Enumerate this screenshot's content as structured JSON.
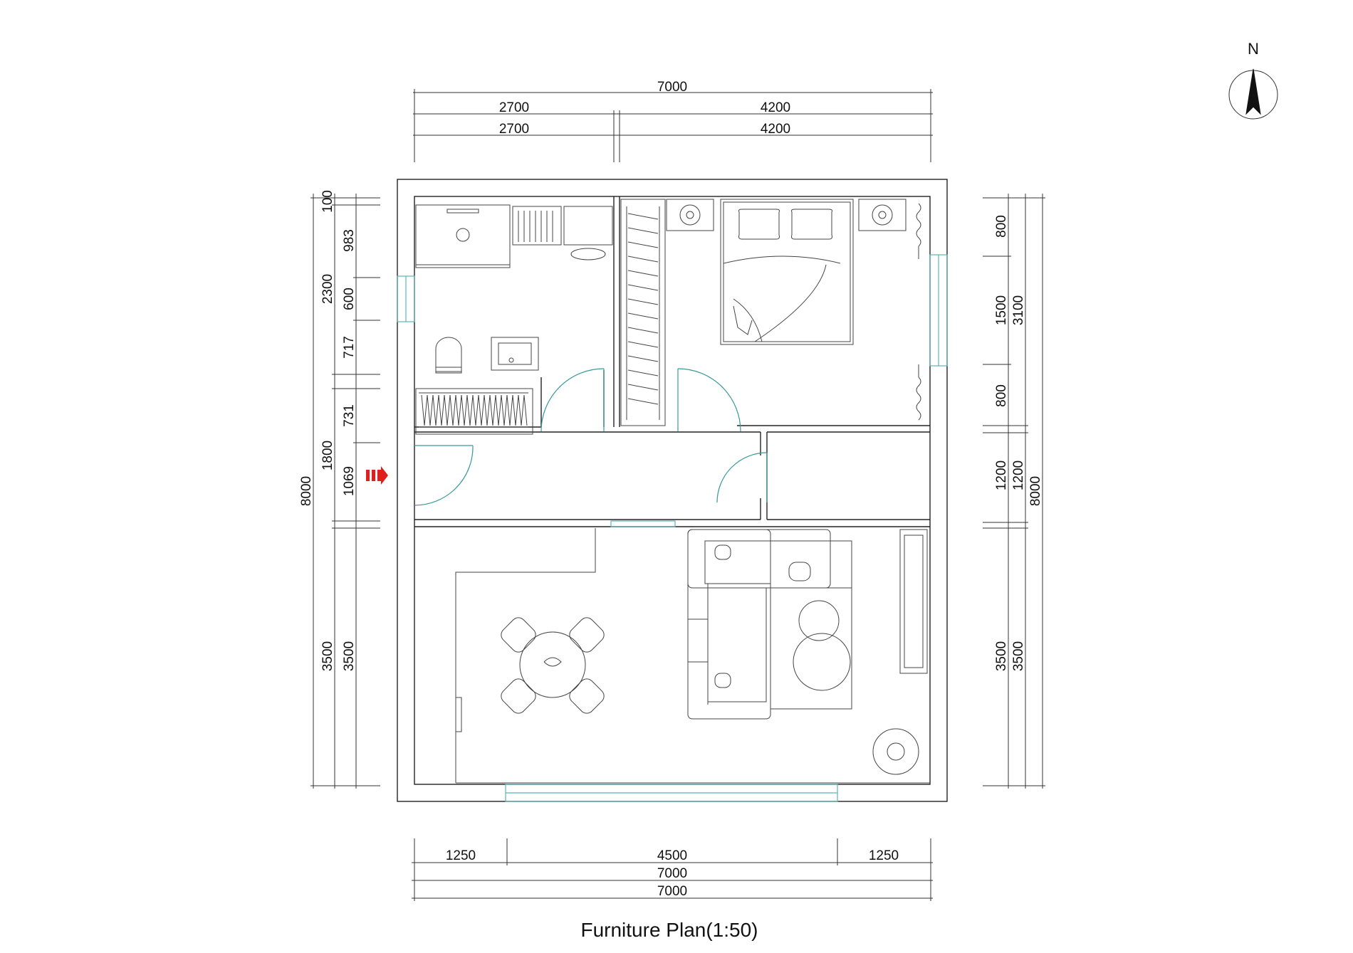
{
  "title": "Furniture Plan(1:50)",
  "north_label": "N",
  "accent_colors": {
    "window": "#5fb3b3",
    "door": "#3a9a9a",
    "entry_arrow": "#e0201c"
  },
  "dims_top": {
    "overall": "7000",
    "left_1": "2700",
    "right_1": "4200",
    "left_2": "2700",
    "right_2": "4200"
  },
  "dims_bottom": {
    "seg_left": "1250",
    "seg_mid": "4500",
    "seg_right": "1250",
    "overall_1": "7000",
    "overall_2": "7000"
  },
  "dims_left": {
    "overall": "8000",
    "upper": "2300",
    "middle": "1800",
    "lower": "3500",
    "d100": "100",
    "d983": "983",
    "d600": "600",
    "d717": "717",
    "d731": "731",
    "d1069": "1069",
    "d3500": "3500"
  },
  "dims_right": {
    "d800_top": "800",
    "d1500": "1500",
    "d800_bottom": "800",
    "d3100": "3100",
    "d1200_a": "1200",
    "d1200_b": "1200",
    "d3500_a": "3500",
    "d3500_b": "3500",
    "overall": "8000"
  },
  "icons": [
    "entry-arrow-icon",
    "north-arrow-icon"
  ]
}
